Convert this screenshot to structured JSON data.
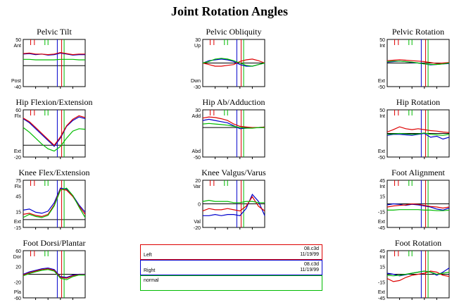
{
  "title": "Joint Rotation Angles",
  "colors": {
    "left": "#dd0000",
    "right": "#0000cc",
    "normal": "#00bb00",
    "mean": "#6600aa"
  },
  "legend": [
    {
      "side": "Left",
      "file": "08.c3d",
      "date": "11/19/99",
      "color": "#dd0000"
    },
    {
      "side": "Right",
      "file": "08.c3d",
      "date": "11/19/99",
      "color": "#0000cc"
    },
    {
      "side": "normal",
      "file": "",
      "date": "",
      "color": "#00bb00"
    }
  ],
  "chart_data": [
    {
      "type": "line",
      "title": "Pelvic Tilt",
      "ylim": [
        -40,
        50
      ],
      "yticks": [
        "50",
        "-40"
      ],
      "top_label": "Ant",
      "bottom_label": "Post",
      "mid_labels": [],
      "series": [
        {
          "color": "#0000cc",
          "x": [
            0,
            10,
            20,
            30,
            40,
            50,
            60,
            70,
            80,
            90,
            100
          ],
          "y": [
            22,
            23,
            21,
            22,
            20,
            21,
            24,
            22,
            20,
            21,
            21
          ]
        },
        {
          "color": "#dd0000",
          "x": [
            0,
            10,
            20,
            30,
            40,
            50,
            60,
            70,
            80,
            90,
            100
          ],
          "y": [
            23,
            24,
            22,
            22,
            21,
            22,
            25,
            23,
            21,
            22,
            22
          ]
        },
        {
          "color": "#00bb00",
          "x": [
            0,
            10,
            20,
            30,
            40,
            50,
            60,
            70,
            80,
            90,
            100
          ],
          "y": [
            12,
            12,
            11,
            11,
            11,
            11,
            12,
            12,
            12,
            11,
            11
          ]
        }
      ]
    },
    {
      "type": "line",
      "title": "Pelvic Obliquity",
      "ylim": [
        -30,
        30
      ],
      "yticks": [
        "30",
        "-30"
      ],
      "top_label": "Up",
      "bottom_label": "Dwn",
      "mid_labels": [],
      "series": [
        {
          "color": "#0000cc",
          "x": [
            0,
            10,
            20,
            30,
            40,
            50,
            60,
            70,
            80,
            90,
            100
          ],
          "y": [
            0,
            3,
            4,
            5,
            4,
            2,
            -2,
            -4,
            -4,
            -2,
            0
          ]
        },
        {
          "color": "#dd0000",
          "x": [
            0,
            10,
            20,
            30,
            40,
            50,
            60,
            70,
            80,
            90,
            100
          ],
          "y": [
            0,
            -2,
            -4,
            -4,
            -3,
            -2,
            2,
            4,
            5,
            3,
            0
          ]
        },
        {
          "color": "#00bb00",
          "x": [
            0,
            10,
            20,
            30,
            40,
            50,
            60,
            70,
            80,
            90,
            100
          ],
          "y": [
            0,
            2,
            5,
            6,
            5,
            3,
            0,
            -3,
            -4,
            -2,
            0
          ]
        }
      ]
    },
    {
      "type": "line",
      "title": "Pelvic Rotation",
      "ylim": [
        -50,
        50
      ],
      "yticks": [
        "50",
        "-50"
      ],
      "top_label": "Int",
      "bottom_label": "Ext",
      "mid_labels": [],
      "series": [
        {
          "color": "#0000cc",
          "x": [
            0,
            10,
            20,
            30,
            40,
            50,
            60,
            70,
            80,
            90,
            100
          ],
          "y": [
            2,
            3,
            4,
            3,
            1,
            0,
            -2,
            -4,
            -3,
            -2,
            -1
          ]
        },
        {
          "color": "#dd0000",
          "x": [
            0,
            10,
            20,
            30,
            40,
            50,
            60,
            70,
            80,
            90,
            100
          ],
          "y": [
            5,
            6,
            7,
            6,
            5,
            4,
            3,
            1,
            -1,
            0,
            1
          ]
        },
        {
          "color": "#00bb00",
          "x": [
            0,
            10,
            20,
            30,
            40,
            50,
            60,
            70,
            80,
            90,
            100
          ],
          "y": [
            3,
            4,
            4,
            3,
            2,
            0,
            -2,
            -3,
            -3,
            -2,
            0
          ]
        }
      ]
    },
    {
      "type": "line",
      "title": "Hip Flexion/Extension",
      "ylim": [
        -20,
        60
      ],
      "yticks": [
        "60",
        "-20"
      ],
      "top_label": "Flx",
      "bottom_label": "Ext",
      "mid_labels": [],
      "series": [
        {
          "color": "#0000cc",
          "x": [
            0,
            10,
            20,
            30,
            40,
            50,
            60,
            70,
            80,
            90,
            100
          ],
          "y": [
            45,
            38,
            28,
            18,
            8,
            -2,
            12,
            32,
            42,
            48,
            45
          ]
        },
        {
          "color": "#dd0000",
          "x": [
            0,
            10,
            20,
            30,
            40,
            50,
            60,
            70,
            80,
            90,
            100
          ],
          "y": [
            46,
            40,
            30,
            20,
            10,
            0,
            14,
            33,
            44,
            50,
            47
          ]
        },
        {
          "color": "#00bb00",
          "x": [
            0,
            10,
            20,
            30,
            40,
            50,
            60,
            70,
            80,
            90,
            100
          ],
          "y": [
            30,
            22,
            12,
            2,
            -6,
            -10,
            -2,
            12,
            24,
            28,
            27
          ]
        }
      ]
    },
    {
      "type": "line",
      "title": "Hip Ab/Adduction",
      "ylim": [
        -50,
        30
      ],
      "yticks": [
        "30",
        "-50"
      ],
      "top_label": "Add",
      "bottom_label": "Abd",
      "mid_labels": [],
      "series": [
        {
          "color": "#0000cc",
          "x": [
            0,
            10,
            20,
            30,
            40,
            50,
            60,
            70,
            80,
            90,
            100
          ],
          "y": [
            12,
            14,
            12,
            10,
            8,
            3,
            -2,
            -1,
            0,
            0,
            1
          ]
        },
        {
          "color": "#dd0000",
          "x": [
            0,
            10,
            20,
            30,
            40,
            50,
            60,
            70,
            80,
            90,
            100
          ],
          "y": [
            16,
            18,
            17,
            15,
            12,
            6,
            2,
            1,
            0,
            0,
            1
          ]
        },
        {
          "color": "#00bb00",
          "x": [
            0,
            10,
            20,
            30,
            40,
            50,
            60,
            70,
            80,
            90,
            100
          ],
          "y": [
            6,
            7,
            6,
            5,
            4,
            2,
            0,
            -1,
            -1,
            0,
            0
          ]
        }
      ]
    },
    {
      "type": "line",
      "title": "Hip Rotation",
      "ylim": [
        -50,
        50
      ],
      "yticks": [
        "50",
        "-50"
      ],
      "top_label": "Int",
      "bottom_label": "Ext",
      "mid_labels": [],
      "series": [
        {
          "color": "#0000cc",
          "x": [
            0,
            10,
            20,
            30,
            40,
            50,
            60,
            70,
            80,
            90,
            100
          ],
          "y": [
            -4,
            -2,
            -2,
            -3,
            -4,
            -2,
            0,
            -8,
            -6,
            -12,
            -8
          ]
        },
        {
          "color": "#dd0000",
          "x": [
            0,
            10,
            20,
            30,
            40,
            50,
            60,
            70,
            80,
            90,
            100
          ],
          "y": [
            3,
            8,
            14,
            10,
            8,
            10,
            8,
            6,
            5,
            3,
            2
          ]
        },
        {
          "color": "#00bb00",
          "x": [
            0,
            10,
            20,
            30,
            40,
            50,
            60,
            70,
            80,
            90,
            100
          ],
          "y": [
            -2,
            -1,
            0,
            -1,
            -2,
            -1,
            1,
            -2,
            -3,
            -4,
            -2
          ]
        }
      ]
    },
    {
      "type": "line",
      "title": "Knee Flex/Extension",
      "ylim": [
        -15,
        75
      ],
      "yticks": [
        "75",
        "45",
        "15",
        "-15"
      ],
      "top_label": "Flx",
      "bottom_label": "Ext",
      "mid_labels": [],
      "series": [
        {
          "color": "#0000cc",
          "x": [
            0,
            10,
            20,
            30,
            40,
            50,
            60,
            70,
            80,
            90,
            100
          ],
          "y": [
            18,
            20,
            14,
            12,
            16,
            32,
            60,
            58,
            46,
            28,
            14
          ]
        },
        {
          "color": "#dd0000",
          "x": [
            0,
            10,
            20,
            30,
            40,
            50,
            60,
            70,
            80,
            90,
            100
          ],
          "y": [
            10,
            12,
            8,
            6,
            10,
            28,
            58,
            56,
            44,
            26,
            10
          ]
        },
        {
          "color": "#00bb00",
          "x": [
            0,
            10,
            20,
            30,
            40,
            50,
            60,
            70,
            80,
            90,
            100
          ],
          "y": [
            4,
            10,
            6,
            4,
            8,
            26,
            56,
            60,
            46,
            24,
            4
          ]
        }
      ]
    },
    {
      "type": "line",
      "title": "Knee Valgus/Varus",
      "ylim": [
        -20,
        20
      ],
      "yticks": [
        "20",
        "0",
        "-20"
      ],
      "top_label": "Var",
      "bottom_label": "Val",
      "mid_labels": [],
      "series": [
        {
          "color": "#0000cc",
          "x": [
            0,
            10,
            20,
            30,
            40,
            50,
            60,
            70,
            80,
            90,
            100
          ],
          "y": [
            -10,
            -10,
            -9,
            -10,
            -9,
            -9,
            -10,
            -4,
            8,
            2,
            -10
          ]
        },
        {
          "color": "#dd0000",
          "x": [
            0,
            10,
            20,
            30,
            40,
            50,
            60,
            70,
            80,
            90,
            100
          ],
          "y": [
            -6,
            -4,
            -5,
            -5,
            -4,
            -5,
            -6,
            -2,
            6,
            -2,
            -6
          ]
        },
        {
          "color": "#00bb00",
          "x": [
            0,
            10,
            20,
            30,
            40,
            50,
            60,
            70,
            80,
            90,
            100
          ],
          "y": [
            2,
            3,
            2,
            2,
            2,
            1,
            1,
            2,
            2,
            1,
            1
          ]
        }
      ]
    },
    {
      "type": "line",
      "title": "Foot Alignment",
      "ylim": [
        -45,
        45
      ],
      "yticks": [
        "45",
        "15",
        "-15",
        "-45"
      ],
      "top_label": "Int",
      "bottom_label": "Ext",
      "mid_labels": [],
      "series": [
        {
          "color": "#0000cc",
          "x": [
            0,
            10,
            20,
            30,
            40,
            50,
            60,
            70,
            80,
            90,
            100
          ],
          "y": [
            -2,
            0,
            -1,
            -3,
            -1,
            -2,
            -4,
            -6,
            -10,
            -12,
            -8
          ]
        },
        {
          "color": "#dd0000",
          "x": [
            0,
            10,
            20,
            30,
            40,
            50,
            60,
            70,
            80,
            90,
            100
          ],
          "y": [
            -6,
            -4,
            -3,
            -2,
            0,
            -1,
            -3,
            -5,
            -6,
            -8,
            -6
          ]
        },
        {
          "color": "#00bb00",
          "x": [
            0,
            10,
            20,
            30,
            40,
            50,
            60,
            70,
            80,
            90,
            100
          ],
          "y": [
            -12,
            -12,
            -11,
            -11,
            -11,
            -11,
            -12,
            -12,
            -13,
            -13,
            -12
          ]
        }
      ]
    },
    {
      "type": "line",
      "title": "Foot Dorsi/Plantar",
      "ylim": [
        -60,
        60
      ],
      "yticks": [
        "60",
        "20",
        "-20",
        "-60"
      ],
      "top_label": "Dor",
      "bottom_label": "Pla",
      "mid_labels": [],
      "series": [
        {
          "color": "#0000cc",
          "x": [
            0,
            10,
            20,
            30,
            40,
            50,
            60,
            70,
            80,
            90,
            100
          ],
          "y": [
            0,
            6,
            10,
            14,
            16,
            12,
            -6,
            -8,
            -2,
            0,
            0
          ]
        },
        {
          "color": "#dd0000",
          "x": [
            0,
            10,
            20,
            30,
            40,
            50,
            60,
            70,
            80,
            90,
            100
          ],
          "y": [
            -2,
            4,
            8,
            12,
            14,
            10,
            -8,
            -10,
            -4,
            -1,
            -1
          ]
        },
        {
          "color": "#00bb00",
          "x": [
            0,
            10,
            20,
            30,
            40,
            50,
            60,
            70,
            80,
            90,
            100
          ],
          "y": [
            -4,
            2,
            6,
            10,
            12,
            8,
            -10,
            -14,
            -6,
            -2,
            -2
          ]
        }
      ]
    },
    {
      "type": "line",
      "title": "Foot Rotation",
      "ylim": [
        -45,
        45
      ],
      "yticks": [
        "45",
        "15",
        "-15",
        "-45"
      ],
      "top_label": "Int",
      "bottom_label": "Ext",
      "mid_labels": [],
      "series": [
        {
          "color": "#0000cc",
          "x": [
            0,
            10,
            20,
            30,
            40,
            50,
            60,
            70,
            80,
            90,
            100
          ],
          "y": [
            2,
            0,
            -3,
            -1,
            2,
            4,
            6,
            4,
            -2,
            4,
            12
          ]
        },
        {
          "color": "#dd0000",
          "x": [
            0,
            10,
            20,
            30,
            40,
            50,
            60,
            70,
            80,
            90,
            100
          ],
          "y": [
            -8,
            -14,
            -12,
            -6,
            -2,
            0,
            2,
            6,
            4,
            -2,
            -4
          ]
        },
        {
          "color": "#00bb00",
          "x": [
            0,
            10,
            20,
            30,
            40,
            50,
            60,
            70,
            80,
            90,
            100
          ],
          "y": [
            -2,
            -3,
            -2,
            0,
            2,
            4,
            6,
            4,
            0,
            2,
            4
          ]
        }
      ]
    }
  ]
}
